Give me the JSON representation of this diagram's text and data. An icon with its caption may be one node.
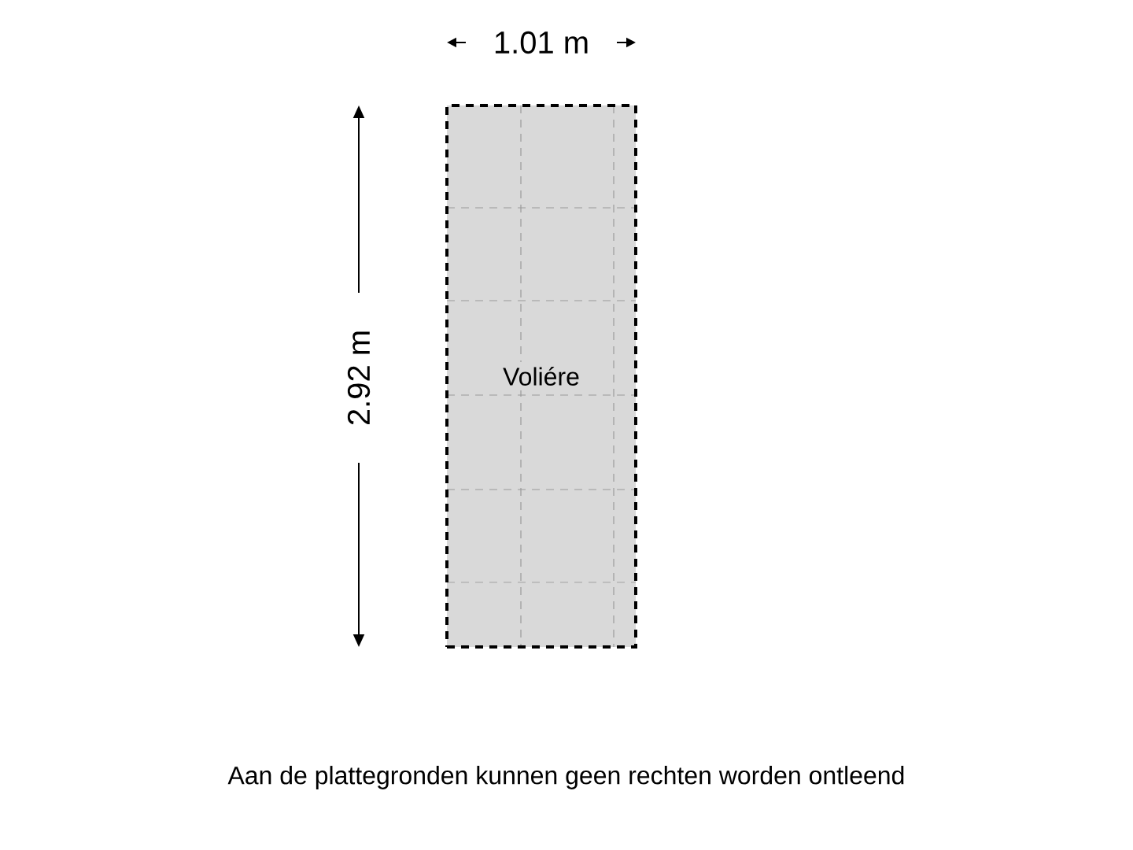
{
  "diagram": {
    "nodes": [
      {
        "text": [
          "Voliére"
        ]
      }
    ],
    "labels": [
      "1.01 m",
      "2.92 m",
      "Aan de plattegronden kunnen geen rechten worden ontleend"
    ]
  }
}
